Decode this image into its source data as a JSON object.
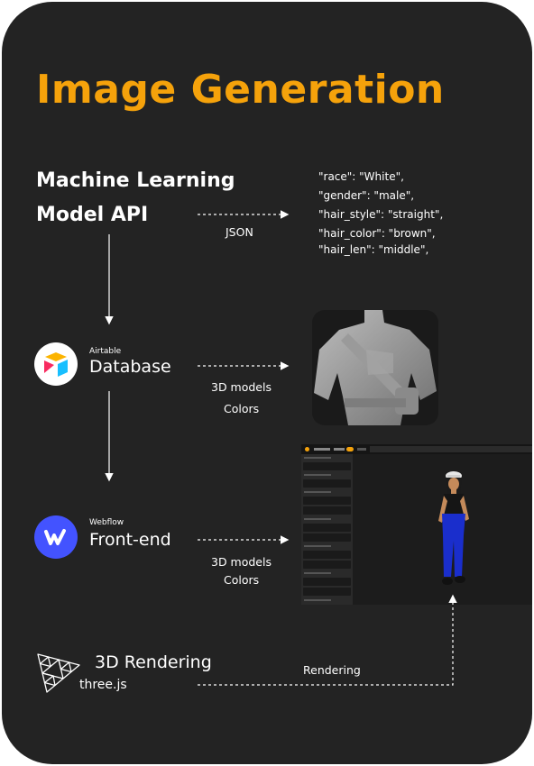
{
  "title": "Image Generation",
  "ml_api": {
    "line1": "Machine Learning",
    "line2": "Model API"
  },
  "json_label": "JSON",
  "json_lines": [
    "\"race\": \"White\",",
    "\"gender\": \"male\",",
    "\"hair_style\": \"straight\",",
    "\"hair_color\": \"brown\",",
    "\"hair_len\": \"middle\","
  ],
  "database": {
    "brand": "Airtable",
    "name": "Database",
    "out_line1": "3D models",
    "out_line2": "Colors"
  },
  "frontend": {
    "brand": "Webflow",
    "name": "Front-end",
    "out_line1": "3D models",
    "out_line2": "Colors"
  },
  "rendering": {
    "name": "3D Rendering",
    "brand": "three.js",
    "arrow_label": "Rendering"
  },
  "colors": {
    "background": "#232323",
    "accent": "#f5a20b",
    "text": "#ffffff",
    "webflow": "#4353ff"
  },
  "icons": [
    "airtable-logo-icon",
    "webflow-logo-icon",
    "threejs-logo-icon"
  ]
}
